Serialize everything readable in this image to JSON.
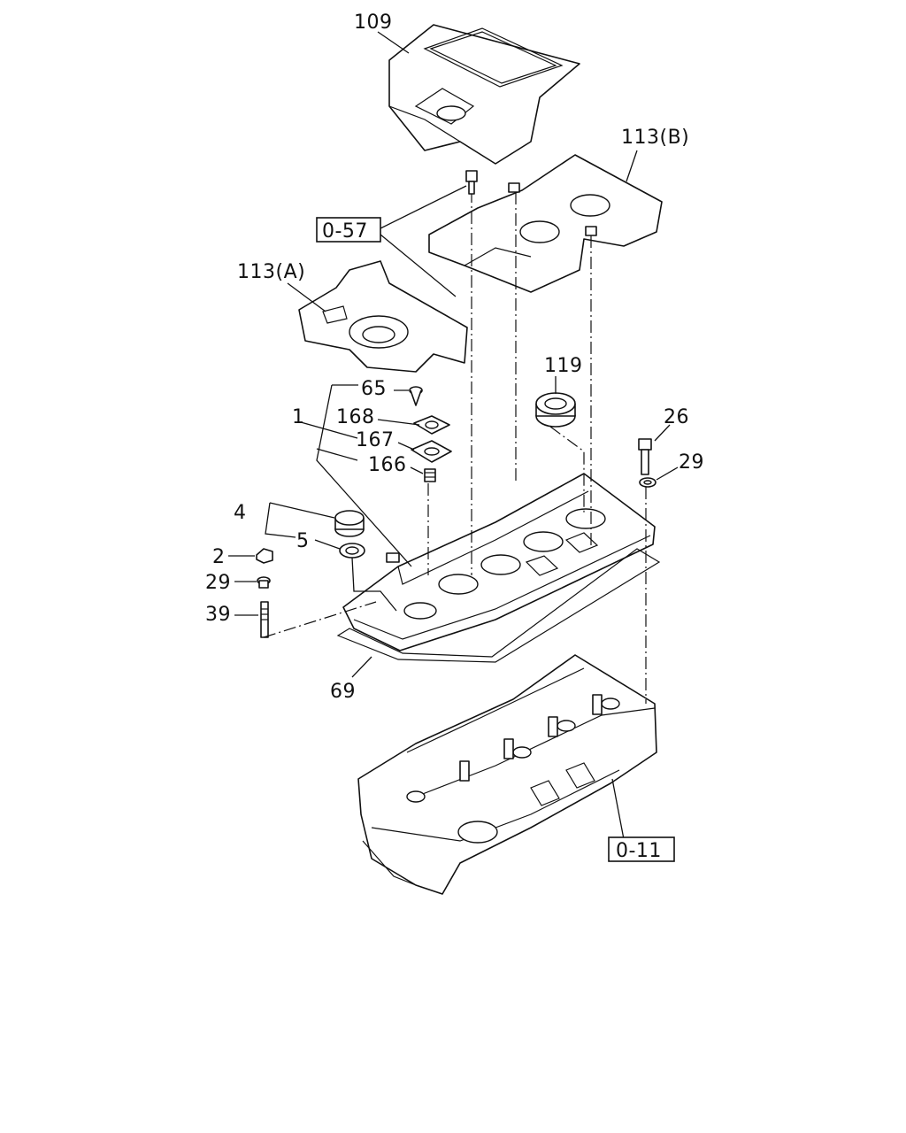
{
  "callouts": {
    "c109": "109",
    "c113b": "113(B)",
    "c113a": "113(A)",
    "c119": "119",
    "c65": "65",
    "c1": "1",
    "c168": "168",
    "c167": "167",
    "c166": "166",
    "c26": "26",
    "c29_right": "29",
    "c4": "4",
    "c5": "5",
    "c2": "2",
    "c29_left": "29",
    "c39": "39",
    "c69": "69"
  },
  "refs": {
    "r057": "0-57",
    "r011": "0-11"
  }
}
